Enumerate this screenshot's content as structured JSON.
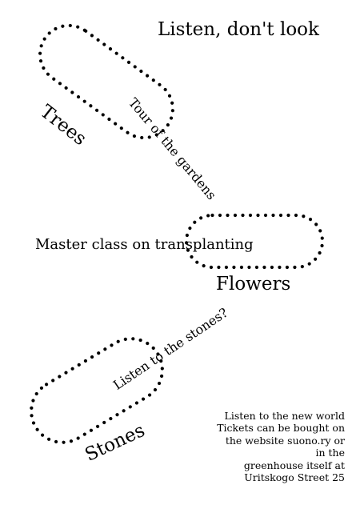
{
  "poster": {
    "title": "Listen, don't look",
    "labels": {
      "trees": "Trees",
      "tour": "Tour of the gardens",
      "master_class": "Master class on transplanting",
      "flowers": "Flowers",
      "stones_question": "Listen to the stones?",
      "stones": "Stones"
    },
    "info_lines": [
      "Listen to the new world",
      "Tickets can be bought on",
      "the website suono.ry or",
      "in the",
      "greenhouse itself at",
      "Uritskogo Street 25"
    ],
    "colors": {
      "ink": "#000000",
      "background": "#ffffff"
    }
  }
}
